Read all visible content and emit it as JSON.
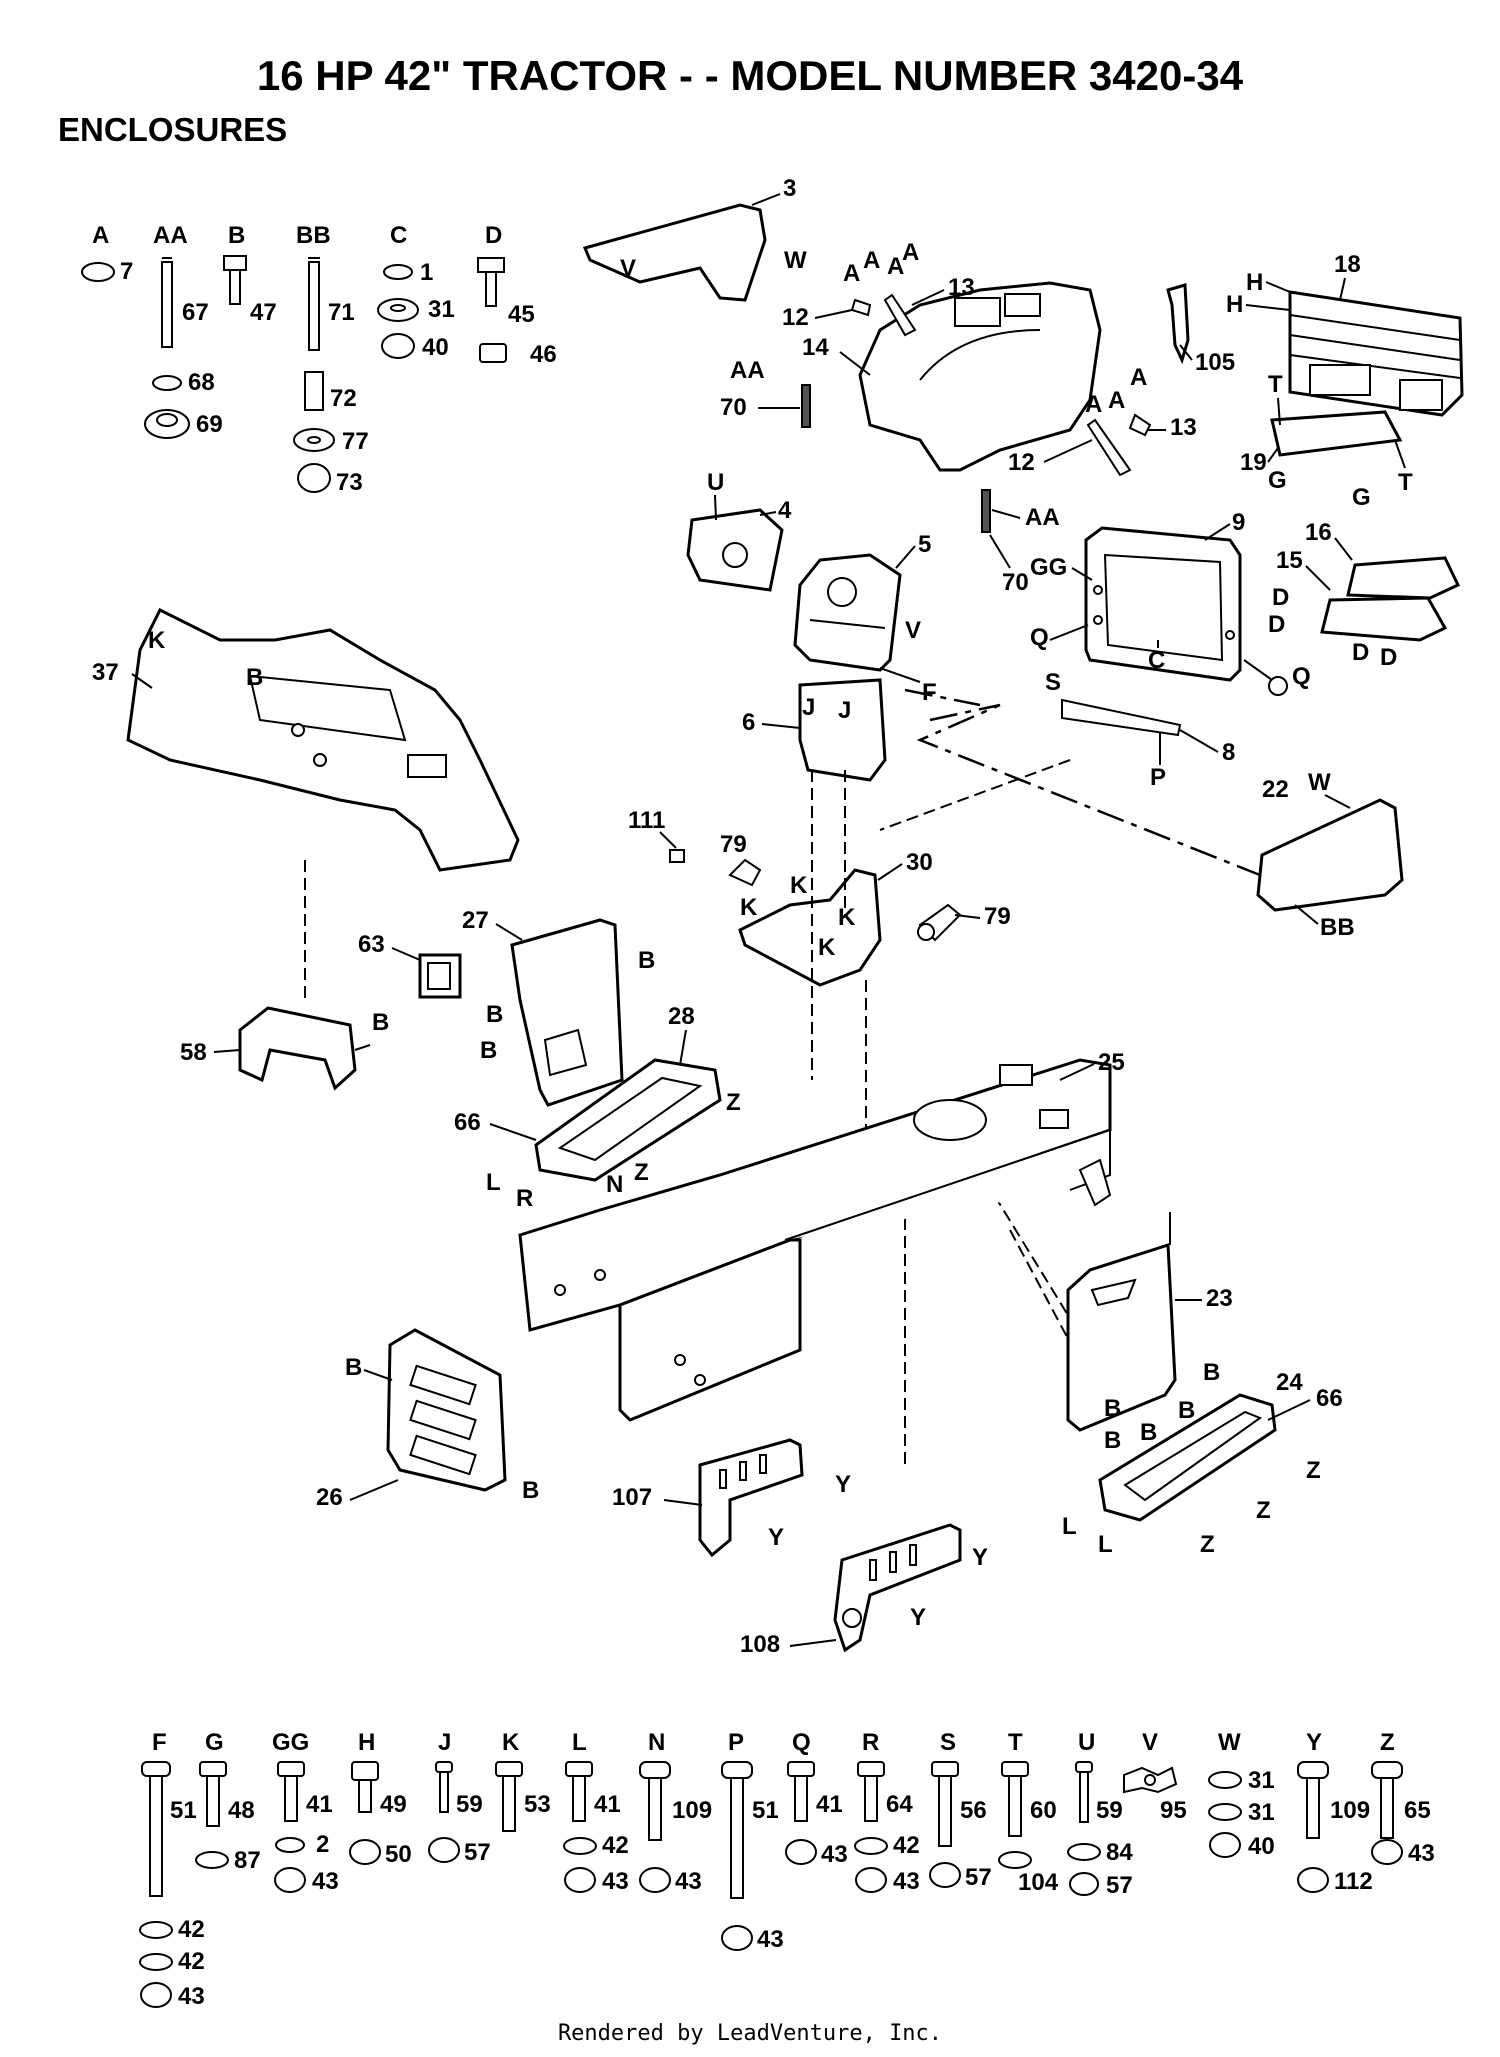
{
  "header": {
    "title": "16 HP 42\" TRACTOR - - MODEL NUMBER 3420-34",
    "section": "ENCLOSURES"
  },
  "footer": {
    "text": "Rendered by LeadVenture, Inc."
  },
  "hardware_top": [
    {
      "key": "A",
      "parts": [
        "7"
      ]
    },
    {
      "key": "AA",
      "parts": [
        "67",
        "68",
        "69"
      ]
    },
    {
      "key": "B",
      "parts": [
        "47"
      ]
    },
    {
      "key": "BB",
      "parts": [
        "71",
        "72",
        "77",
        "73"
      ]
    },
    {
      "key": "C",
      "parts": [
        "1",
        "31",
        "40"
      ]
    },
    {
      "key": "D",
      "parts": [
        "45",
        "46"
      ]
    }
  ],
  "hardware_bottom": [
    {
      "key": "F",
      "parts": [
        "51",
        "42",
        "42",
        "43"
      ]
    },
    {
      "key": "G",
      "parts": [
        "48",
        "87"
      ]
    },
    {
      "key": "GG",
      "parts": [
        "41",
        "2",
        "43"
      ]
    },
    {
      "key": "H",
      "parts": [
        "49",
        "50"
      ]
    },
    {
      "key": "J",
      "parts": [
        "59",
        "57"
      ]
    },
    {
      "key": "K",
      "parts": [
        "53"
      ]
    },
    {
      "key": "L",
      "parts": [
        "41",
        "42",
        "43"
      ]
    },
    {
      "key": "N",
      "parts": [
        "109",
        "43"
      ]
    },
    {
      "key": "P",
      "parts": [
        "51",
        "43"
      ]
    },
    {
      "key": "Q",
      "parts": [
        "41",
        "43"
      ]
    },
    {
      "key": "R",
      "parts": [
        "64",
        "42",
        "43"
      ]
    },
    {
      "key": "S",
      "parts": [
        "56",
        "57"
      ]
    },
    {
      "key": "T",
      "parts": [
        "60",
        "104"
      ]
    },
    {
      "key": "U",
      "parts": [
        "59",
        "84",
        "57"
      ]
    },
    {
      "key": "V",
      "parts": [
        "95"
      ]
    },
    {
      "key": "W",
      "parts": [
        "31",
        "31",
        "40"
      ]
    },
    {
      "key": "Y",
      "parts": [
        "109",
        "112"
      ]
    },
    {
      "key": "Z",
      "parts": [
        "65",
        "43"
      ]
    }
  ],
  "callouts": {
    "c3": "3",
    "c4": "4",
    "c5": "5",
    "c6": "6",
    "c8": "8",
    "c9": "9",
    "c12a": "12",
    "c12b": "12",
    "c13a": "13",
    "c13b": "13",
    "c14": "14",
    "c15": "15",
    "c16": "16",
    "c18": "18",
    "c19": "19",
    "c22": "22",
    "c23": "23",
    "c24": "24",
    "c25": "25",
    "c26": "26",
    "c27": "27",
    "c28": "28",
    "c30": "30",
    "c37": "37",
    "c58": "58",
    "c63": "63",
    "c66a": "66",
    "c66b": "66",
    "c70a": "70",
    "c70b": "70",
    "c79a": "79",
    "c79b": "79",
    "c105": "105",
    "c107": "107",
    "c108": "108",
    "c111": "111"
  },
  "letters": {
    "V1": "V",
    "W1": "W",
    "A1": "A",
    "A2": "A",
    "A3": "A",
    "A4": "A",
    "A5": "A",
    "A6": "A",
    "AA1": "AA",
    "AA2": "AA",
    "H1": "H",
    "H2": "H",
    "T1": "T",
    "T2": "T",
    "G1": "G",
    "G2": "G",
    "U1": "U",
    "V2": "V",
    "F1": "F",
    "GG1": "GG",
    "Q1": "Q",
    "Q2": "Q",
    "C1": "C",
    "D1": "D",
    "D2": "D",
    "D3": "D",
    "D4": "D",
    "S1": "S",
    "P1": "P",
    "W2": "W",
    "BB1": "BB",
    "K1": "K",
    "B1": "B",
    "J1": "J",
    "J2": "J",
    "K2": "K",
    "K3": "K",
    "K4": "K",
    "K5": "K",
    "B2": "B",
    "B3": "B",
    "B4": "B",
    "B5": "B",
    "Z1": "Z",
    "Z2": "Z",
    "L1": "L",
    "R1": "R",
    "N1": "N",
    "B6": "B",
    "B7": "B",
    "B8": "B",
    "B9": "B",
    "B10": "B",
    "B11": "B",
    "B12": "B",
    "Y1": "Y",
    "Y2": "Y",
    "Y3": "Y",
    "Y4": "Y",
    "Z3": "Z",
    "Z4": "Z",
    "Z5": "Z",
    "L2": "L",
    "L3": "L"
  }
}
